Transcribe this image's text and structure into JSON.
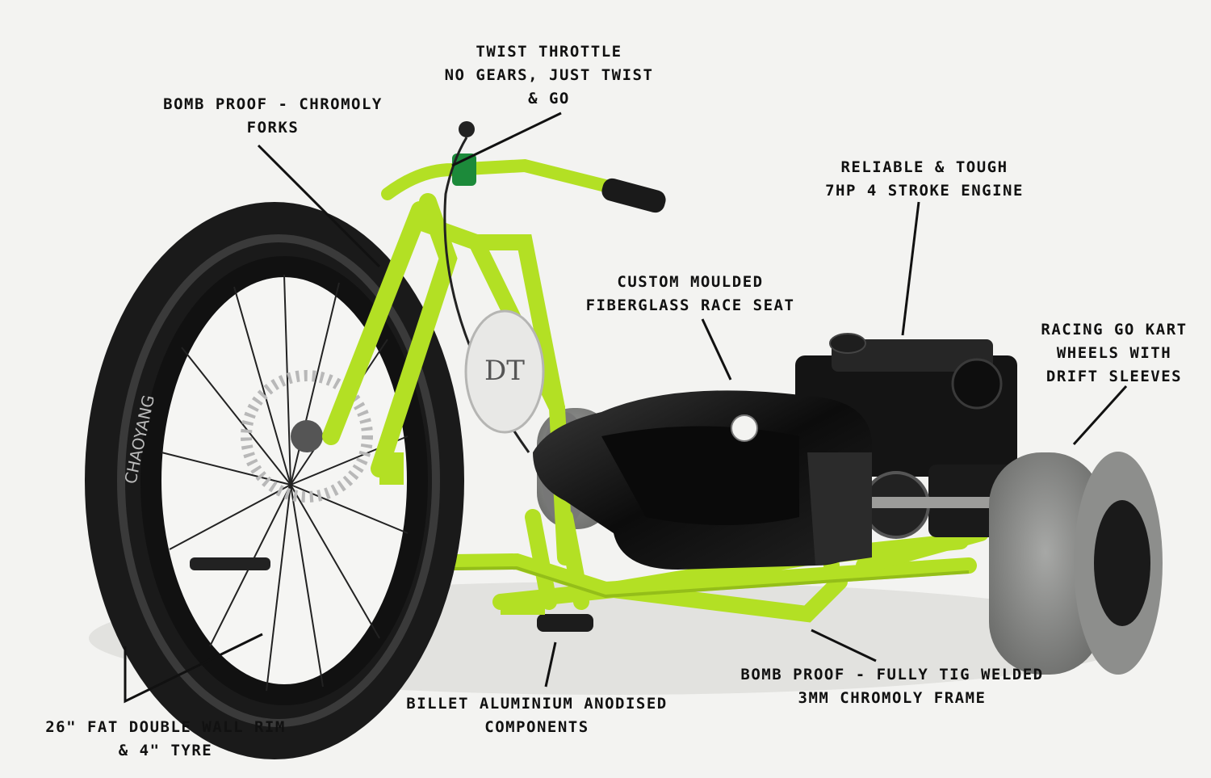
{
  "colors": {
    "background": "#f3f3f1",
    "frame": "#b3e024",
    "frame_dark": "#7fa612",
    "tyre": "#1a1a1a",
    "kart_wheel": "#8a8b89",
    "seat": "#121212",
    "text": "#111111"
  },
  "tyre_brand": "CHAOYANG",
  "labels": {
    "throttle": [
      "TWIST THROTTLE",
      "NO GEARS, JUST TWIST",
      "& GO"
    ],
    "forks": [
      "BOMB PROOF - CHROMOLY",
      "FORKS"
    ],
    "engine": [
      "RELIABLE & TOUGH",
      "7HP 4 STROKE ENGINE"
    ],
    "seat": [
      "CUSTOM MOULDED",
      "FIBERGLASS RACE SEAT"
    ],
    "wheels": [
      "RACING GO KART",
      "WHEELS WITH",
      "DRIFT SLEEVES"
    ],
    "frame": [
      "BOMB PROOF - FULLY TIG WELDED",
      "3MM CHROMOLY FRAME"
    ],
    "components": [
      "BILLET ALUMINIUM ANODISED",
      "COMPONENTS"
    ],
    "rim": [
      "26\" FAT DOUBLE WALL RIM",
      "& 4\" TYRE"
    ]
  }
}
